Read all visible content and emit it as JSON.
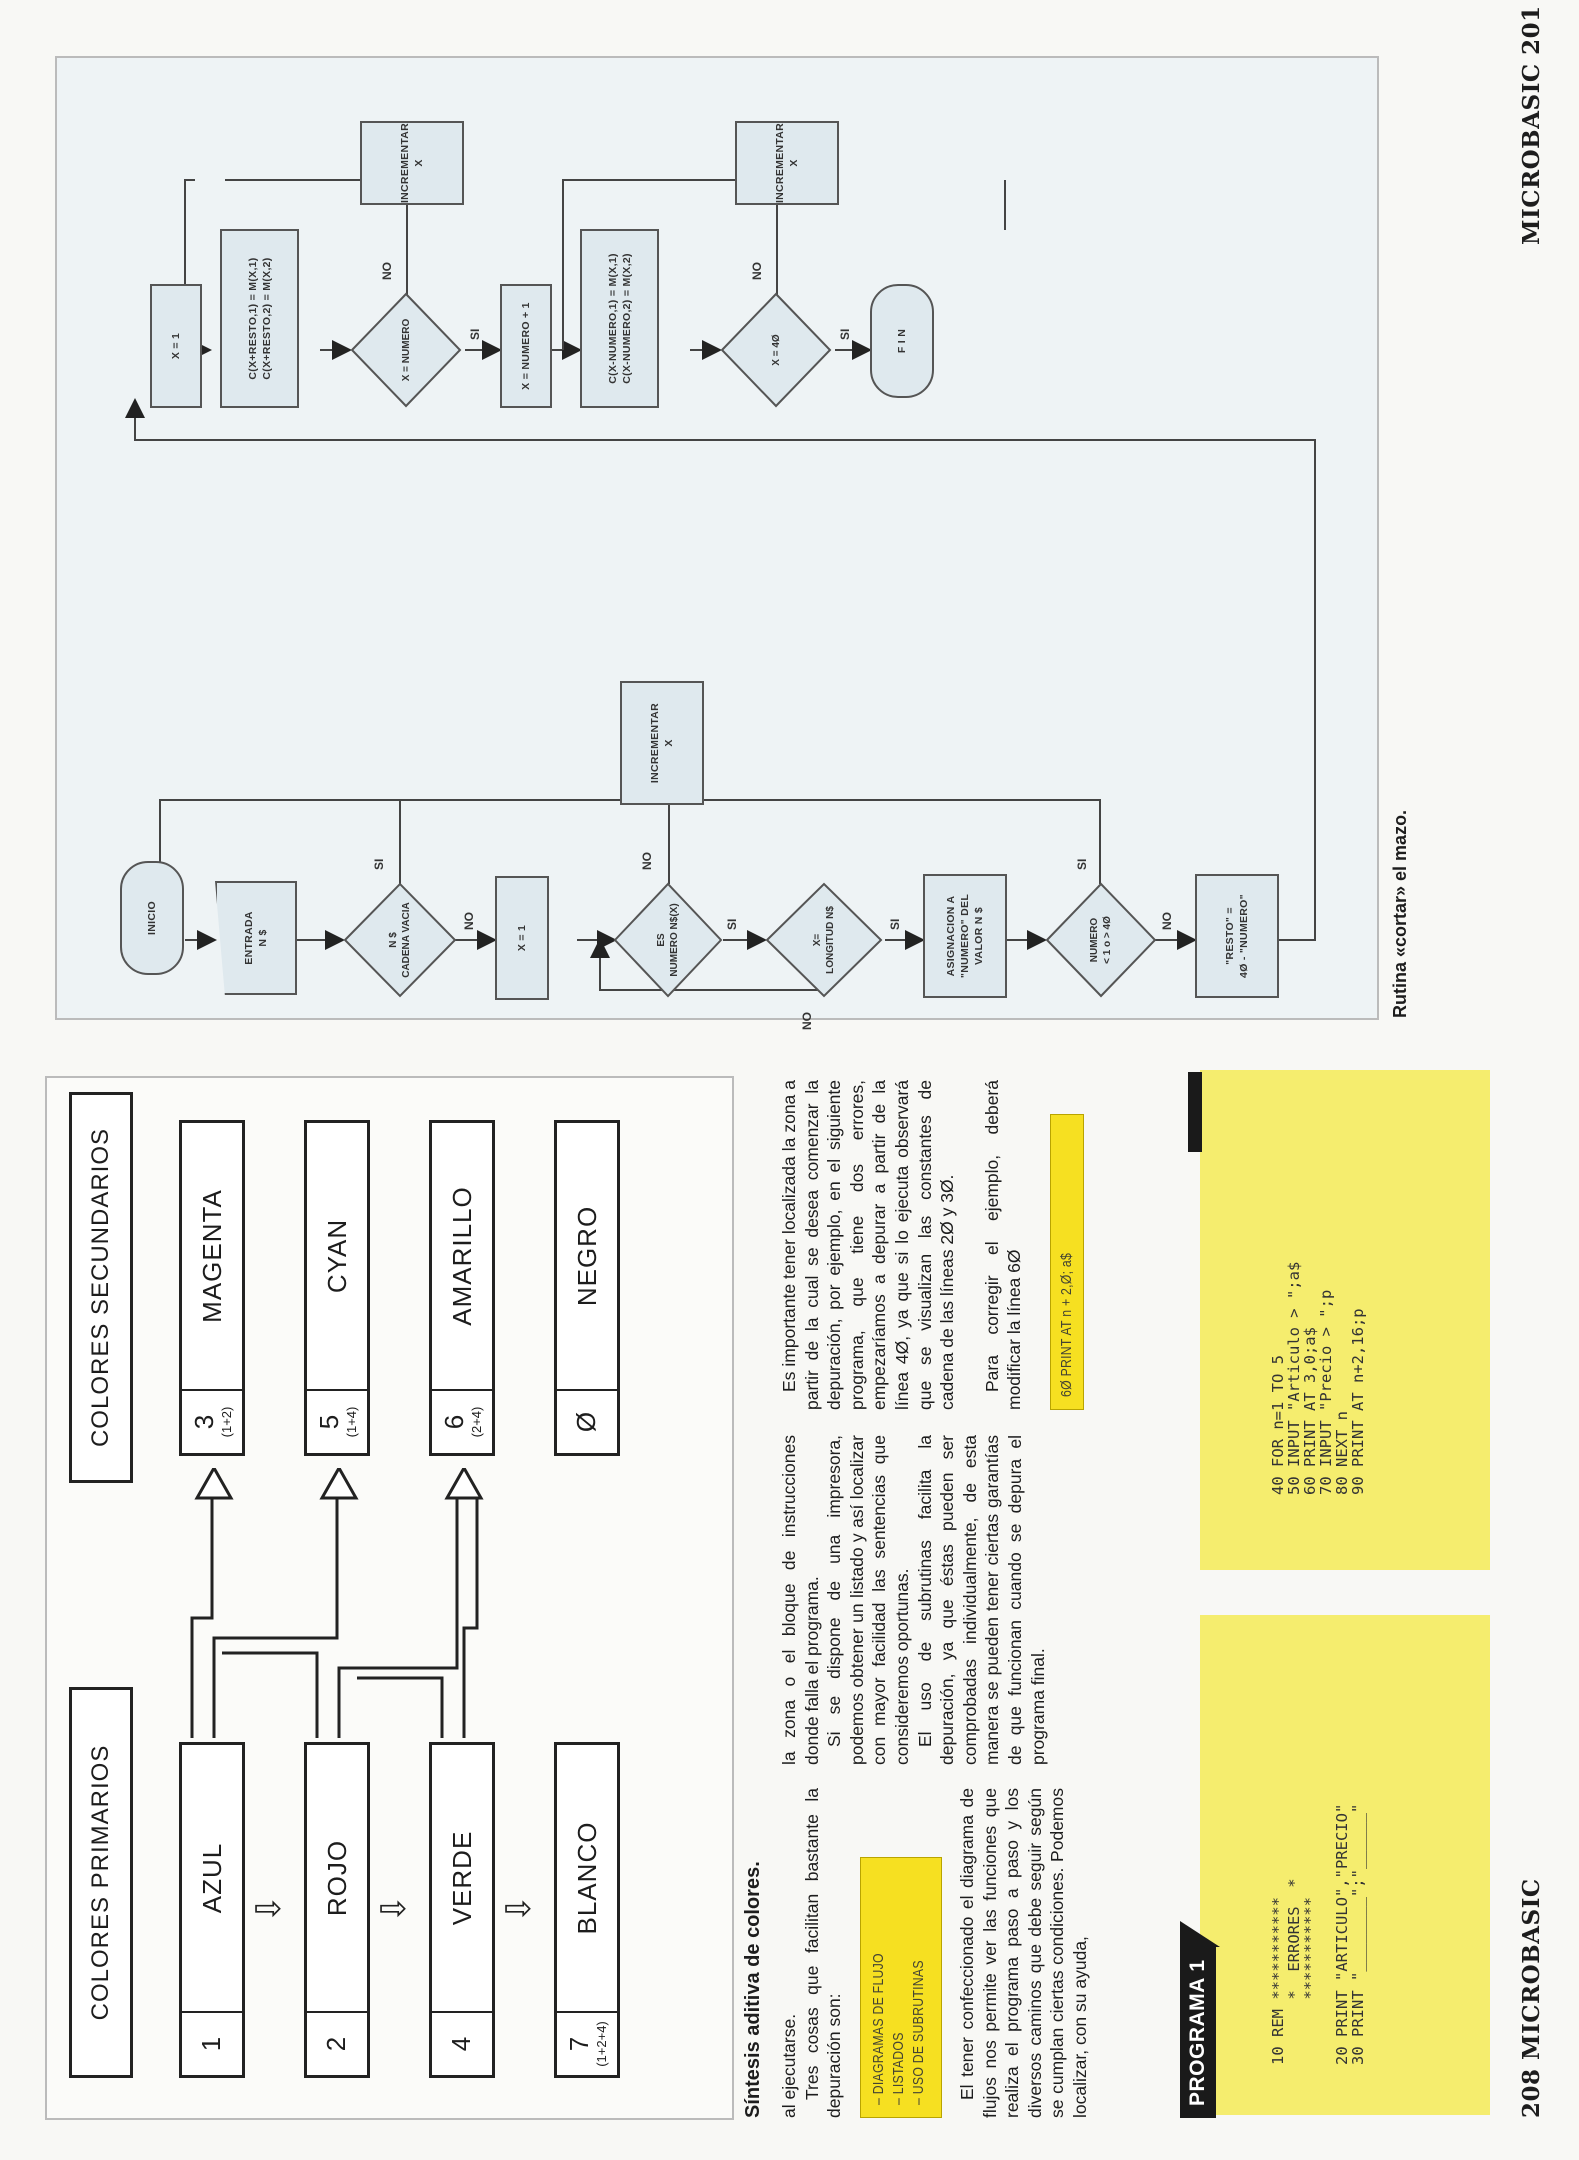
{
  "left_page": {
    "folio": "208 MICROBASIC",
    "color_diagram": {
      "primary_header": "COLORES PRIMARIOS",
      "secondary_header": "COLORES SECUNDARIOS",
      "primary": [
        {
          "num": "1",
          "sub": "",
          "name": "AZUL"
        },
        {
          "num": "2",
          "sub": "",
          "name": "ROJO"
        },
        {
          "num": "4",
          "sub": "",
          "name": "VERDE"
        },
        {
          "num": "7",
          "sub": "(1+2+4)",
          "name": "BLANCO"
        }
      ],
      "secondary": [
        {
          "num": "3",
          "sub": "(1+2)",
          "name": "MAGENTA"
        },
        {
          "num": "5",
          "sub": "(1+4)",
          "name": "CYAN"
        },
        {
          "num": "6",
          "sub": "(2+4)",
          "name": "AMARILLO"
        },
        {
          "num": "Ø",
          "sub": "",
          "name": "NEGRO"
        }
      ],
      "arrow_glyph": "⇩",
      "caption": "Síntesis aditiva de colores."
    },
    "columns": {
      "col1_intro": [
        "al ejecutarse.",
        "Tres cosas que facilitan bastante la depuración son:"
      ],
      "highlight_list": [
        "– DIAGRAMAS DE FLUJO",
        "– LISTADOS",
        "– USO DE SUBRUTINAS"
      ],
      "col1_after": "El tener confeccionado el diagrama de flujos nos permite ver las funciones que realiza el programa paso a paso y los diversos caminos que debe seguir según se cumplan ciertas condiciones. Podemos localizar, con su ayuda,",
      "col2_p1": "la zona o el bloque de instrucciones donde falla el programa.",
      "col2_p2": "Si se dispone de una impresora, podemos obtener un listado y así localizar con mayor facilidad las sentencias que consideremos oportunas.",
      "col2_p3": "El uso de subrutinas facilita la depuración, ya que éstas pueden ser comprobadas individualmente, de esta manera se pueden tener ciertas garantías de que funcionan cuando se depura el programa final.",
      "col3_p1": "Es importante tener localizada la zona a partir de la cual se desea comenzar la depuración, por ejemplo, en el siguiente programa, que tiene dos errores, empezaríamos a depurar a partir de la línea 4Ø, ya que si lo ejecuta observará que se visualizan las constantes de cadena de las líneas 2Ø y 3Ø.",
      "col3_p2": "Para corregir el ejemplo, deberá modificar la línea 6Ø",
      "fix_box": "6Ø PRINT AT n + 2,Ø; a$"
    },
    "program": {
      "tab_label": "PROGRAMA 1",
      "listing_a": "10 REM ***********\n       *  ERRORES  *\n       ***********\n\n20 PRINT \"ARTICULO\",\"PRECIO\"\n30 PRINT \"________\";\"______\"",
      "listing_b": "40 FOR n=1 TO 5\n50 INPUT \"Articulo > \";a$\n60 PRINT AT 3,0;a$\n70 INPUT \"Precio > \";p\n80 NEXT n\n90 PRINT AT n+2,16;p"
    }
  },
  "right_page": {
    "folio": "MICROBASIC 201",
    "caption": "Rutina «cortar» el mazo.",
    "flowchart": {
      "nodes": {
        "inicio": "INICIO",
        "entrada": [
          "ENTRADA",
          "N $"
        ],
        "cadena_vacia": [
          "N $",
          "CADENA VACIA"
        ],
        "x1_a": "X = 1",
        "es_numero": [
          "ES",
          "NUMERO N$(X)"
        ],
        "x_longitud": [
          "X=",
          "LONGITUD N$"
        ],
        "asignacion": [
          "ASIGNACION A",
          "\"NUMERO\" DEL",
          "VALOR N $"
        ],
        "numero_check": [
          "NUMERO",
          "< 1 o > 4Ø"
        ],
        "resto": [
          "\"RESTO\" =",
          "4Ø - \"NUMERO\""
        ],
        "incrementar_a": [
          "INCREMENTAR",
          "X"
        ],
        "x1_b": "X = 1",
        "c_resto": [
          "C(X+RESTO,1) = M(X,1)",
          "C(X+RESTO,2) = M(X,2)"
        ],
        "x_numero": "X = NUMERO",
        "incrementar_b": [
          "INCREMENTAR",
          "X"
        ],
        "x_numero_1": "X = NUMERO + 1",
        "c_numero": [
          "C(X-NUMERO,1) = M(X,1)",
          "C(X-NUMERO,2) = M(X,2)"
        ],
        "x_40": "X = 4Ø",
        "incrementar_c": [
          "INCREMENTAR",
          "X"
        ],
        "fin": "F I N"
      },
      "labels": {
        "si": "SI",
        "no": "NO"
      }
    }
  }
}
